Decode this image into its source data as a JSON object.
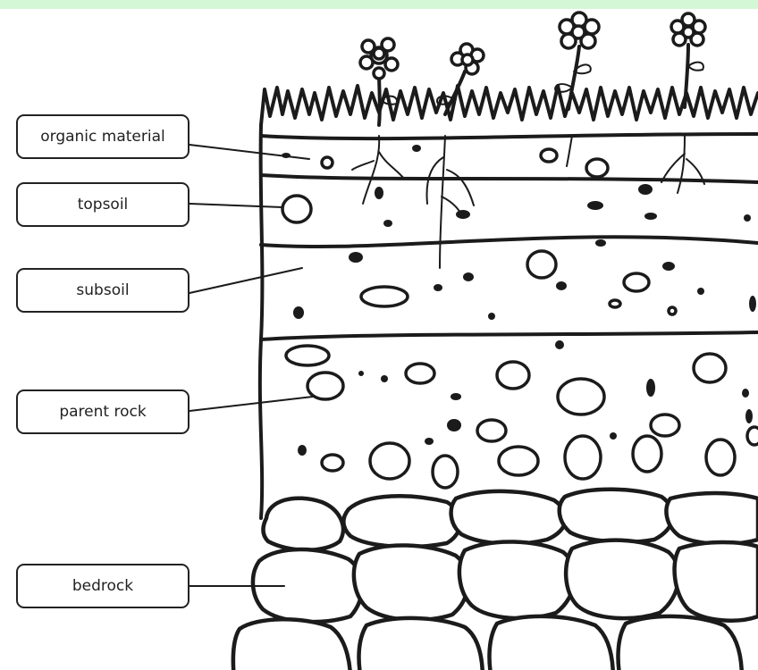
{
  "labels": {
    "organic_material": "organic material",
    "topsoil": "topsoil",
    "subsoil": "subsoil",
    "parent_rock": "parent rock",
    "bedrock": "bedrock"
  },
  "colors": {
    "top_bar": "#d4f7d6",
    "ink": "#1b1b1b"
  }
}
